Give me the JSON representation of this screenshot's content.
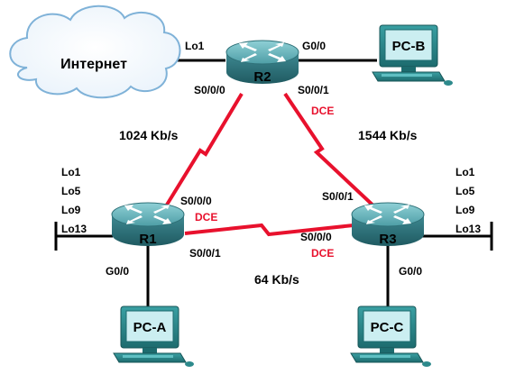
{
  "cloud": {
    "label": "Интернет"
  },
  "routers": {
    "r1": {
      "name": "R1"
    },
    "r2": {
      "name": "R2"
    },
    "r3": {
      "name": "R3"
    }
  },
  "pcs": {
    "pc_a": {
      "name": "PC-A"
    },
    "pc_b": {
      "name": "PC-B"
    },
    "pc_c": {
      "name": "PC-C"
    }
  },
  "interfaces": {
    "r2_lo1": "Lo1",
    "r2_g00": "G0/0",
    "r2_s000": "S0/0/0",
    "r2_s001": "S0/0/1",
    "r1_s000": "S0/0/0",
    "r1_s001": "S0/0/1",
    "r1_g00": "G0/0",
    "r3_s000": "S0/0/0",
    "r3_s001": "S0/0/1",
    "r3_g00": "G0/0"
  },
  "loopbacks": {
    "r1": [
      "Lo1",
      "Lo5",
      "Lo9",
      "Lo13"
    ],
    "r3": [
      "Lo1",
      "Lo5",
      "Lo9",
      "Lo13"
    ]
  },
  "dce": {
    "r2_s001": "DCE",
    "r1_s000": "DCE",
    "r3_s000": "DCE"
  },
  "speeds": {
    "r1_r2": "1024 Kb/s",
    "r2_r3": "1544 Kb/s",
    "r1_r3": "64 Kb/s"
  },
  "colors": {
    "serial_link": "#e8112d",
    "dce_text": "#e8112d",
    "router_body": "#3f8a93",
    "router_top": "#6fb8c0",
    "pc_body": "#2d8a8c",
    "pc_screen": "#bfe6ea",
    "cloud_stroke": "#7fb2d8"
  }
}
